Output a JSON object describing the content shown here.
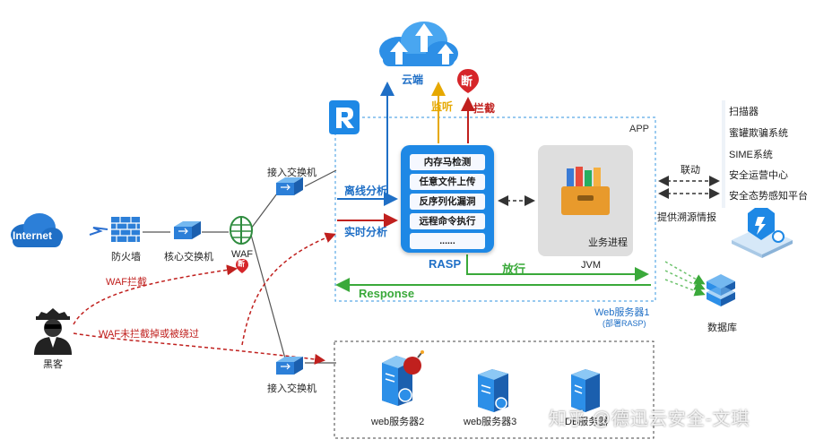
{
  "top": {
    "cloud_label": "云端",
    "monitor_label": "监听",
    "intercept_label": "拦截",
    "cut_badge": "断"
  },
  "app": {
    "app_label": "APP",
    "offline_label": "离线分析",
    "realtime_label": "实时分析",
    "rasp_title": "RASP",
    "rasp_items": [
      "内存马检测",
      "任意文件上传",
      "反序列化漏洞",
      "远程命令执行",
      "......"
    ],
    "jvm_label": "JVM",
    "business_label": "业务进程",
    "release_label": "放行",
    "response_label": "Response",
    "server_label": "Web服务器1",
    "server_note": "(部署RASP)"
  },
  "network": {
    "internet": "Internet",
    "firewall": "防火墙",
    "core_switch": "核心交换机",
    "waf": "WAF",
    "access_switch_top": "接入交换机",
    "access_switch_bottom": "接入交换机",
    "waf_intercept": "WAF拦截",
    "waf_bypass": "WAF未拦截掉或被绕过",
    "hacker": "黑客",
    "waf_cut_badge": "断"
  },
  "servers": {
    "items": [
      "web服务器2",
      "web服务器3",
      "DB服务器"
    ]
  },
  "right": {
    "linkage": "联动",
    "threat_intel": "提供溯源情报",
    "systems": [
      "扫描器",
      "蜜罐欺骗系统",
      "SIME系统",
      "安全运营中心",
      "安全态势感知平台"
    ],
    "database": "数据库"
  },
  "watermark": "知乎 @德迅云安全-文琪",
  "colors": {
    "blue": "#1e88e5",
    "red": "#c0201e",
    "green": "#3aa93a",
    "orange": "#e6a800"
  }
}
